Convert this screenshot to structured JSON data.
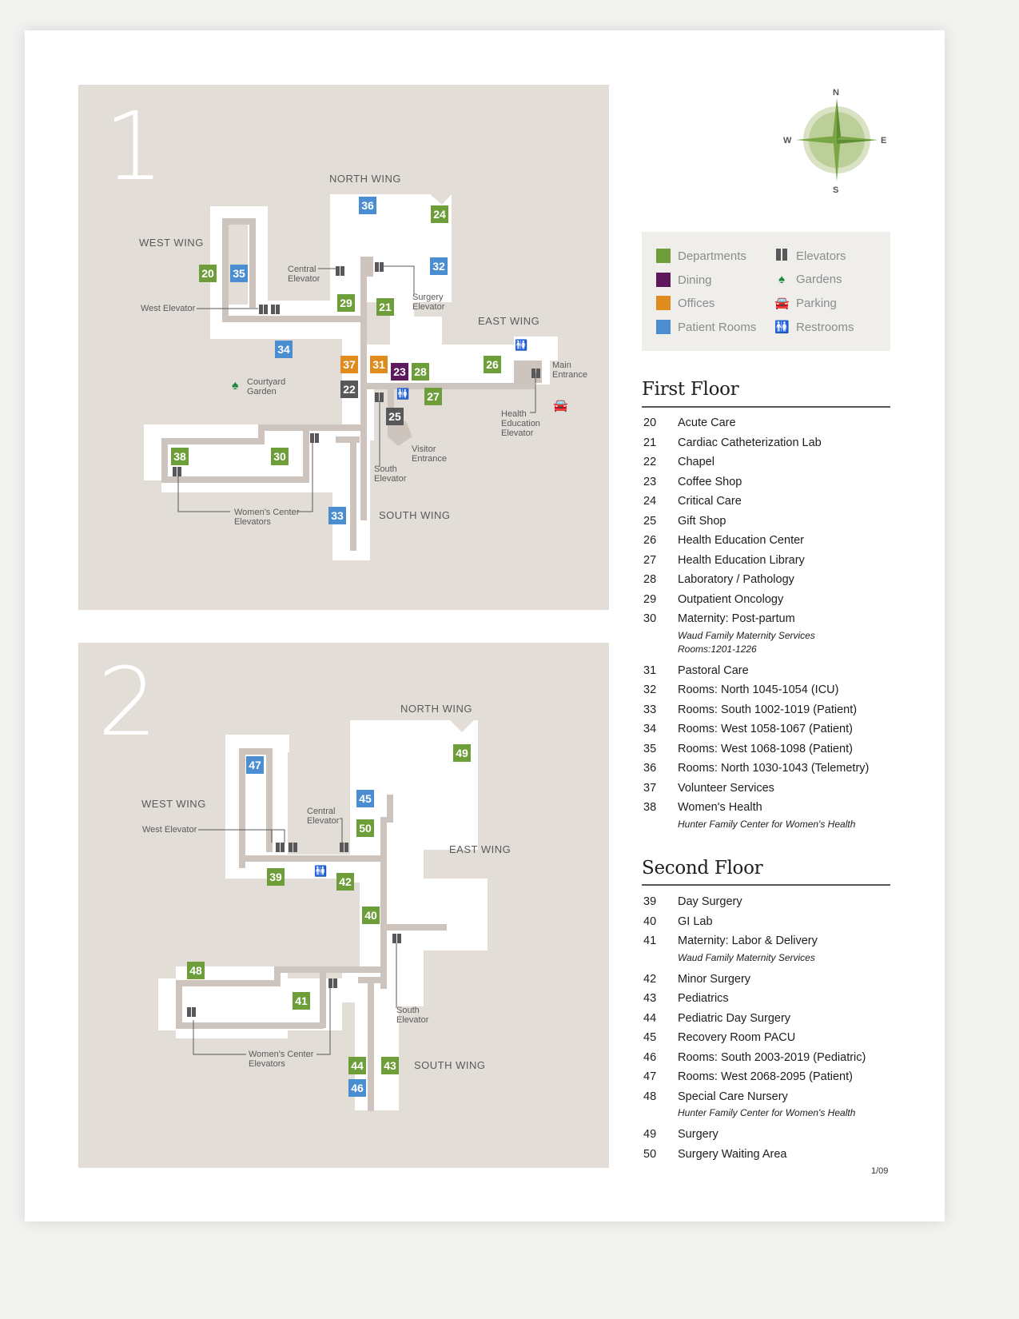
{
  "compass": {
    "n": "N",
    "s": "S",
    "e": "E",
    "w": "W"
  },
  "legend": {
    "items": [
      {
        "label": "Departments",
        "color": "#6e9e3a",
        "type": "swatch"
      },
      {
        "label": "Dining",
        "color": "#5c1a5c",
        "type": "swatch"
      },
      {
        "label": "Offices",
        "color": "#e08b1e",
        "type": "swatch"
      },
      {
        "label": "Patient Rooms",
        "color": "#4a8dd1",
        "type": "swatch"
      },
      {
        "label": "Elevators",
        "icon": "elevator-icon"
      },
      {
        "label": "Gardens",
        "icon": "leaf-icon"
      },
      {
        "label": "Parking",
        "icon": "car-icon"
      },
      {
        "label": "Restrooms",
        "icon": "restroom-icon"
      }
    ]
  },
  "floor1": {
    "number": "1",
    "wings": {
      "north": "NORTH WING",
      "west": "WEST WING",
      "east": "EAST WING",
      "south": "SOUTH WING"
    },
    "labels": {
      "central_elevator": "Central\nElevator",
      "west_elevator": "West Elevator",
      "surgery_elevator": "Surgery\nElevator",
      "courtyard_garden": "Courtyard\nGarden",
      "main_entrance": "Main\nEntrance",
      "health_ed_elevator": "Health\nEducation\nElevator",
      "visitor_entrance": "Visitor\nEntrance",
      "south_elevator": "South\nElevator",
      "womens_center_elevators": "Women's Center\nElevators"
    },
    "badges": [
      "20",
      "21",
      "22",
      "23",
      "24",
      "25",
      "26",
      "27",
      "28",
      "29",
      "30",
      "31",
      "32",
      "33",
      "34",
      "35",
      "36",
      "37",
      "38"
    ]
  },
  "floor2": {
    "number": "2",
    "wings": {
      "north": "NORTH WING",
      "west": "WEST WING",
      "east": "EAST WING",
      "south": "SOUTH WING"
    },
    "labels": {
      "central_elevator": "Central\nElevator",
      "west_elevator": "West Elevator",
      "south_elevator": "South\nElevator",
      "womens_center_elevators": "Women's Center\nElevators"
    },
    "badges": [
      "39",
      "40",
      "41",
      "42",
      "43",
      "44",
      "45",
      "46",
      "47",
      "48",
      "49",
      "50"
    ]
  },
  "first_floor": {
    "title": "First Floor",
    "items": [
      {
        "n": "20",
        "name": "Acute Care"
      },
      {
        "n": "21",
        "name": "Cardiac Catheterization Lab"
      },
      {
        "n": "22",
        "name": "Chapel"
      },
      {
        "n": "23",
        "name": "Coffee Shop"
      },
      {
        "n": "24",
        "name": "Critical Care"
      },
      {
        "n": "25",
        "name": "Gift Shop"
      },
      {
        "n": "26",
        "name": "Health Education Center"
      },
      {
        "n": "27",
        "name": "Health Education Library"
      },
      {
        "n": "28",
        "name": "Laboratory / Pathology"
      },
      {
        "n": "29",
        "name": "Outpatient Oncology"
      },
      {
        "n": "30",
        "name": "Maternity: Post-partum",
        "sub": [
          "Waud Family Maternity Services",
          "Rooms:1201-1226"
        ]
      },
      {
        "n": "31",
        "name": "Pastoral Care"
      },
      {
        "n": "32",
        "name": "Rooms: North 1045-1054 (ICU)"
      },
      {
        "n": "33",
        "name": "Rooms: South 1002-1019 (Patient)"
      },
      {
        "n": "34",
        "name": "Rooms: West 1058-1067 (Patient)"
      },
      {
        "n": "35",
        "name": "Rooms: West 1068-1098 (Patient)"
      },
      {
        "n": "36",
        "name": "Rooms: North 1030-1043 (Telemetry)"
      },
      {
        "n": "37",
        "name": "Volunteer Services"
      },
      {
        "n": "38",
        "name": "Women's Health",
        "sub": [
          "Hunter Family Center for Women's Health"
        ]
      }
    ]
  },
  "second_floor": {
    "title": "Second Floor",
    "items": [
      {
        "n": "39",
        "name": "Day Surgery"
      },
      {
        "n": "40",
        "name": "GI Lab"
      },
      {
        "n": "41",
        "name": "Maternity: Labor & Delivery",
        "sub": [
          "Waud Family Maternity Services"
        ]
      },
      {
        "n": "42",
        "name": "Minor Surgery"
      },
      {
        "n": "43",
        "name": "Pediatrics"
      },
      {
        "n": "44",
        "name": "Pediatric Day Surgery"
      },
      {
        "n": "45",
        "name": "Recovery Room PACU"
      },
      {
        "n": "46",
        "name": "Rooms: South 2003-2019 (Pediatric)"
      },
      {
        "n": "47",
        "name": "Rooms: West 2068-2095 (Patient)"
      },
      {
        "n": "48",
        "name": "Special Care Nursery",
        "sub": [
          "Hunter Family Center for Women's Health"
        ]
      },
      {
        "n": "49",
        "name": "Surgery"
      },
      {
        "n": "50",
        "name": "Surgery Waiting Area"
      }
    ]
  },
  "page_number": "1/09"
}
